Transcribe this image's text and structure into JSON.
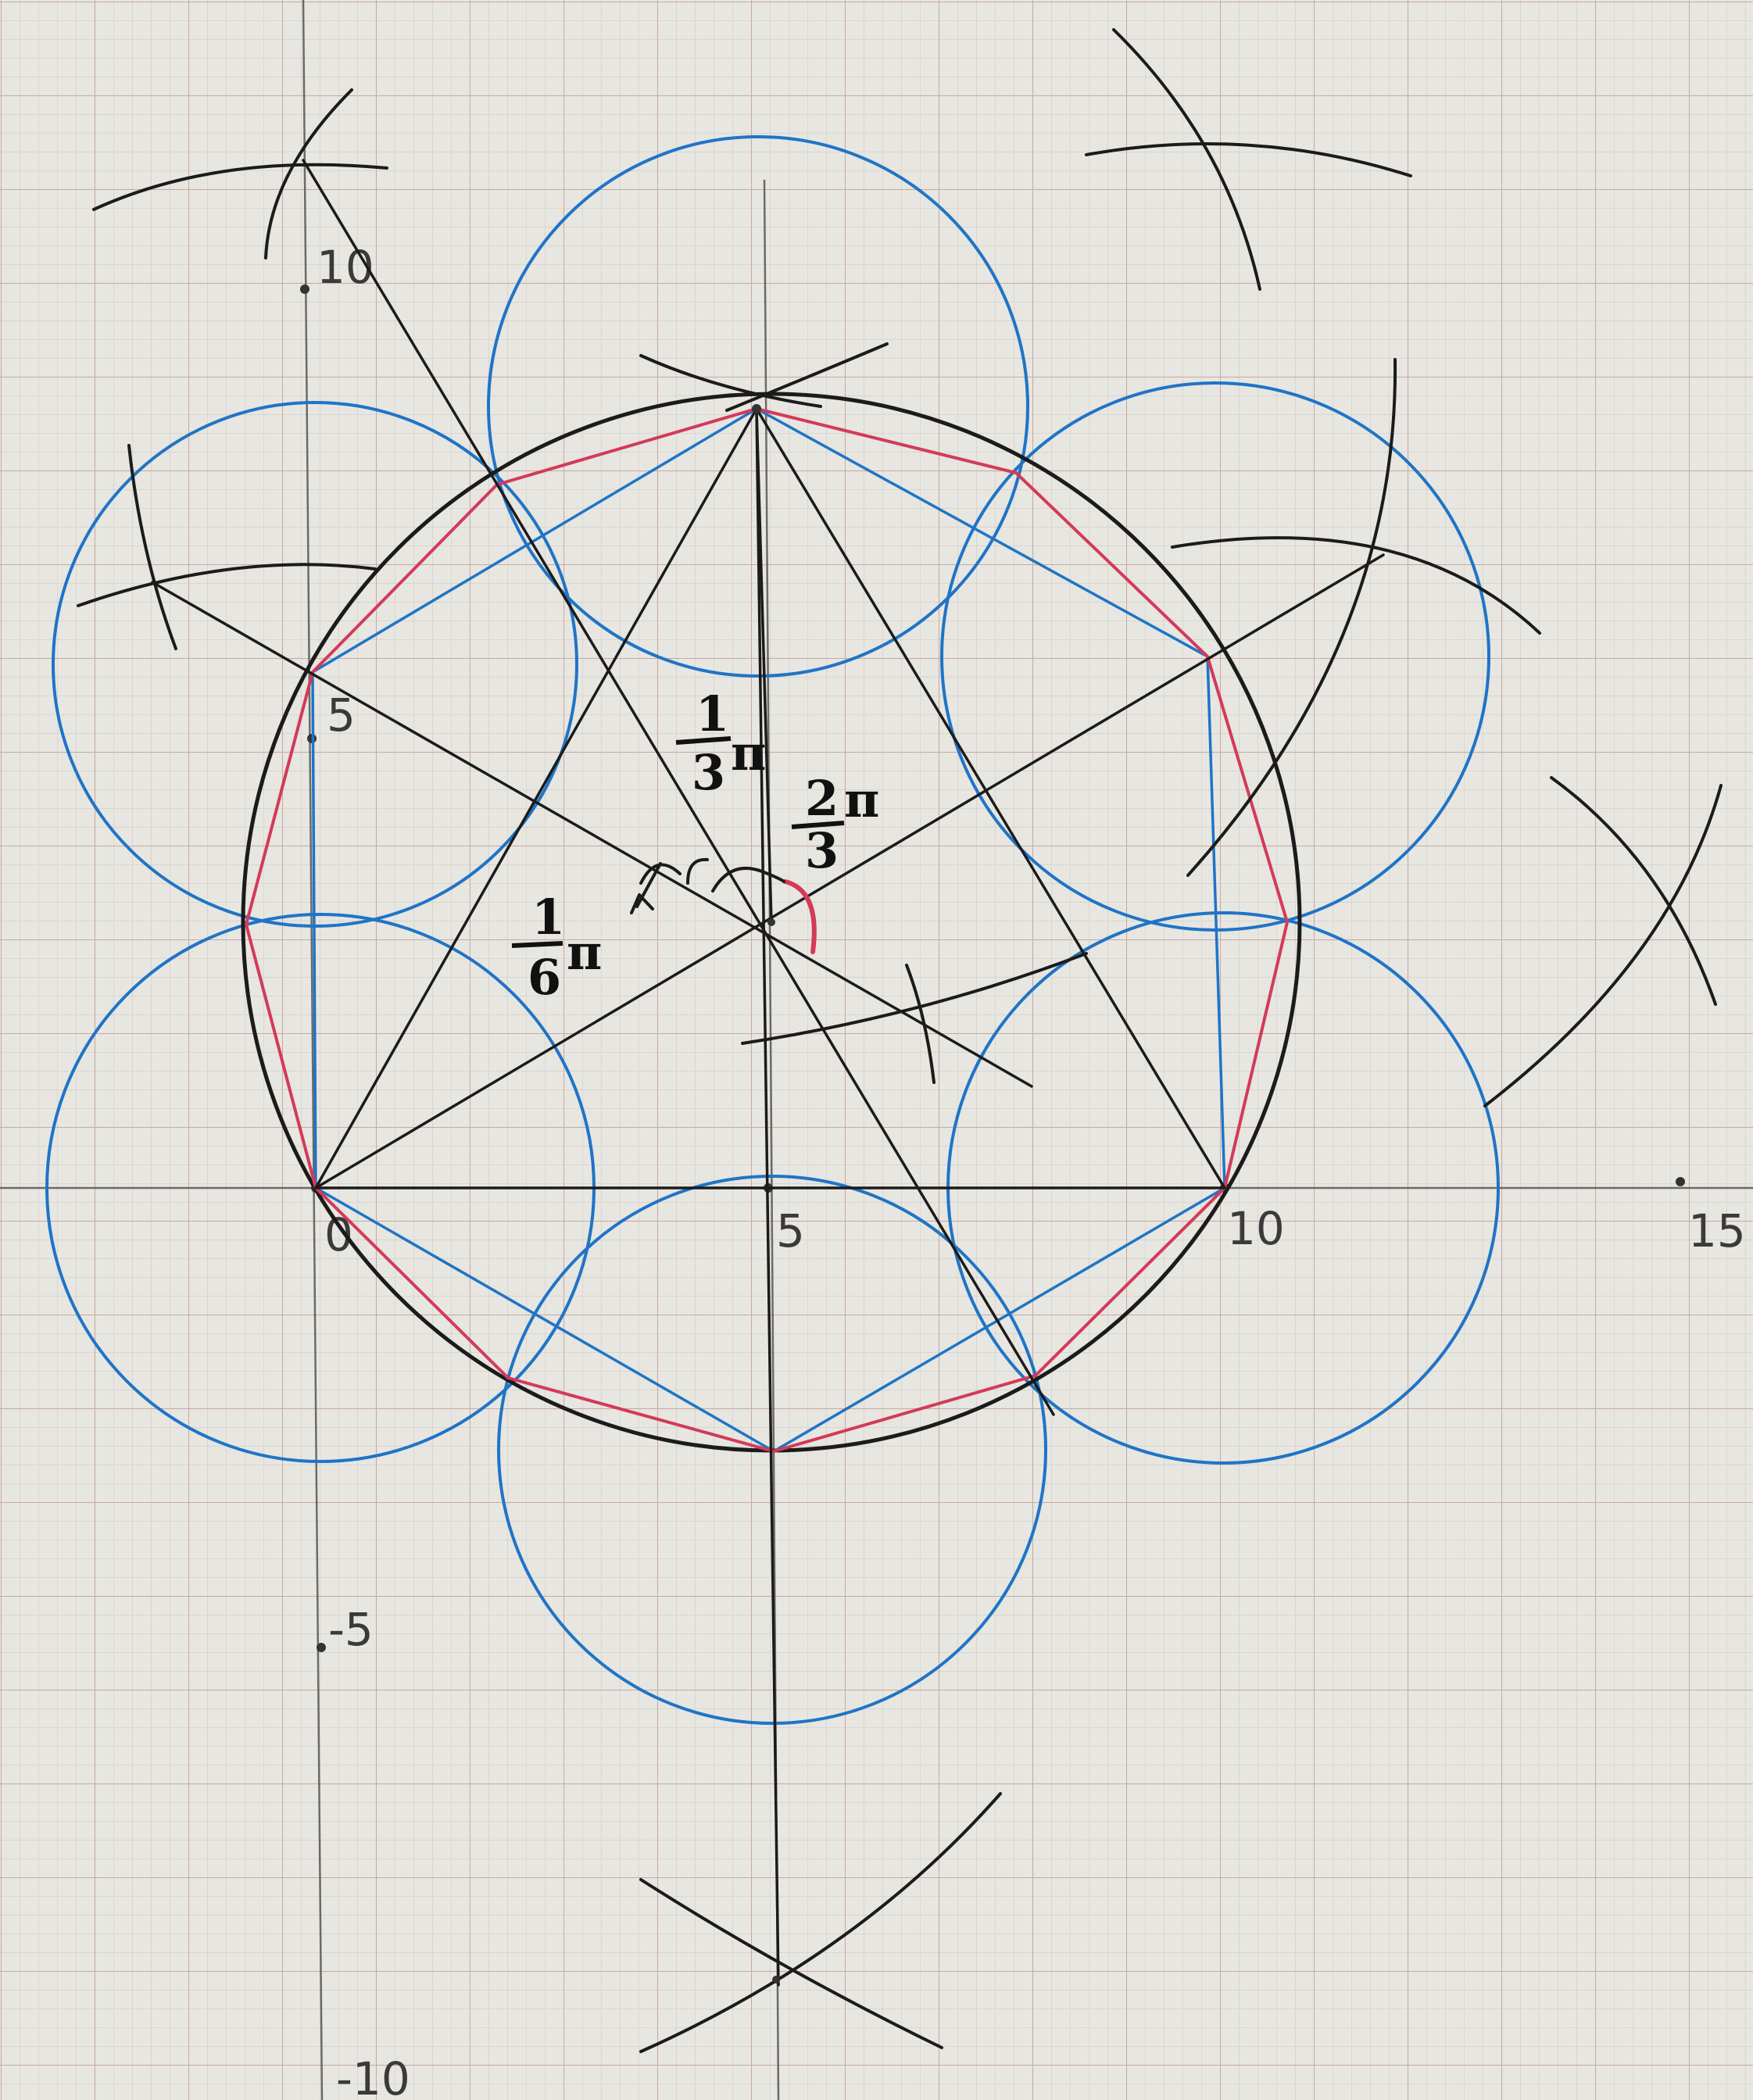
{
  "axis_ticks": {
    "x": [
      "0",
      "5",
      "10",
      "15"
    ],
    "y": [
      "10",
      "5",
      "-5",
      "-10"
    ]
  },
  "angle_labels": [
    {
      "num": "1",
      "den": "3",
      "sym": "π"
    },
    {
      "num": "2",
      "den": "3",
      "sym": "π"
    },
    {
      "num": "1",
      "den": "6",
      "sym": "π"
    }
  ],
  "colors": {
    "paper": "#e7e6e1",
    "grid_minor": "#cfcdc6",
    "grid_major": "#c9a8a0",
    "pencil": "#1b1b1b",
    "blue": "#1f74c6",
    "red": "#d43a58"
  },
  "construction": {
    "center": [
      5,
      3
    ],
    "radius": 5.8,
    "small_circle_radius": 3
  }
}
